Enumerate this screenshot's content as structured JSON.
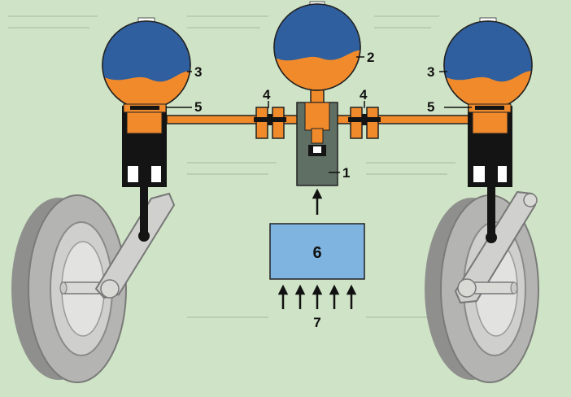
{
  "labels": {
    "sphere_left": "3",
    "sphere_center": "2",
    "sphere_right": "3",
    "valve_left": "4",
    "valve_right": "4",
    "damper_left": "5",
    "damper_right": "5",
    "pump": "1",
    "control_unit": "6",
    "inputs": "7"
  },
  "colors": {
    "background": "#cfe3c6",
    "gas": "#2f5f9e",
    "fluid": "#f08a2a",
    "tire": "#a9aaa7",
    "pump": "#5f6f63",
    "control_unit": "#7fb3e0",
    "cylinder": "#141414"
  }
}
